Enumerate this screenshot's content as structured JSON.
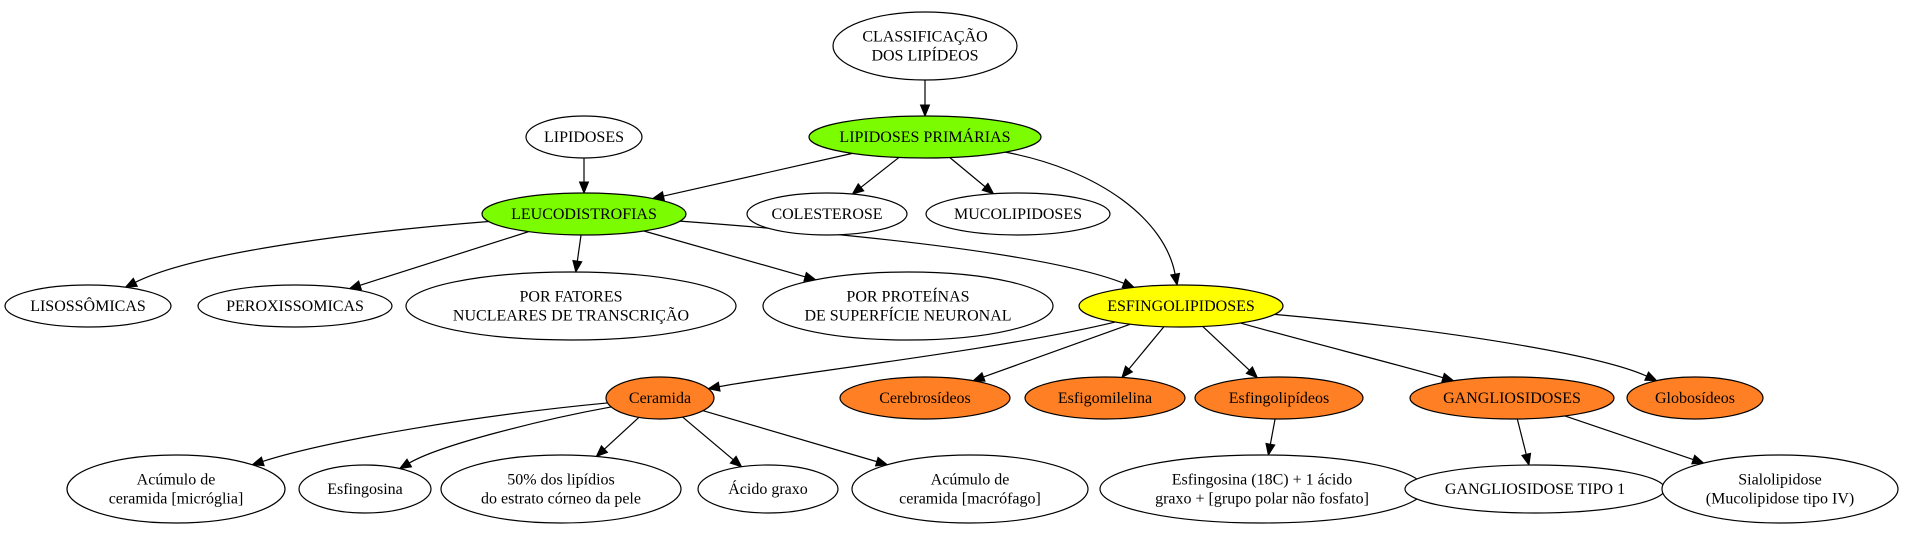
{
  "colors": {
    "green": "#7cfc00",
    "yellow": "#ffff00",
    "orange": "#ff7f24",
    "white": "#ffffff"
  },
  "nodes": {
    "classificacao": {
      "lines": [
        "CLASSIFICAÇÃO",
        "DOS LIPÍDEOS"
      ],
      "fill": "white"
    },
    "lipidoses_primarias": {
      "lines": [
        "LIPIDOSES PRIMÁRIAS"
      ],
      "fill": "green"
    },
    "lipidoses": {
      "lines": [
        "LIPIDOSES"
      ],
      "fill": "white"
    },
    "leucodistrofias": {
      "lines": [
        "LEUCODISTROFIAS"
      ],
      "fill": "green"
    },
    "colesterose": {
      "lines": [
        "COLESTEROSE"
      ],
      "fill": "white"
    },
    "mucolipidoses": {
      "lines": [
        "MUCOLIPIDOSES"
      ],
      "fill": "white"
    },
    "lisossomicas": {
      "lines": [
        "LISOSSÔMICAS"
      ],
      "fill": "white"
    },
    "peroxissomicas": {
      "lines": [
        "PEROXISSOMICAS"
      ],
      "fill": "white"
    },
    "fatores_nucleares": {
      "lines": [
        "POR FATORES",
        "NUCLEARES DE TRANSCRIÇÃO"
      ],
      "fill": "white"
    },
    "proteinas_superficie": {
      "lines": [
        "POR PROTEÍNAS",
        "DE SUPERFÍCIE NEURONAL"
      ],
      "fill": "white"
    },
    "esfingolipidoses": {
      "lines": [
        "ESFINGOLIPIDOSES"
      ],
      "fill": "yellow"
    },
    "ceramida": {
      "lines": [
        "Ceramida"
      ],
      "fill": "orange"
    },
    "cerebrosideos": {
      "lines": [
        "Cerebrosídeos"
      ],
      "fill": "orange"
    },
    "esfigomilelina": {
      "lines": [
        "Esfigomilelina"
      ],
      "fill": "orange"
    },
    "esfingolipideos": {
      "lines": [
        "Esfingolipídeos"
      ],
      "fill": "orange"
    },
    "gangliosidoses": {
      "lines": [
        "GANGLIOSIDOSES"
      ],
      "fill": "orange"
    },
    "globosideos": {
      "lines": [
        "Globosídeos"
      ],
      "fill": "orange"
    },
    "acumulo_microglia": {
      "lines": [
        "Acúmulo de",
        "ceramida [micróglia]"
      ],
      "fill": "white"
    },
    "esfingosina": {
      "lines": [
        "Esfingosina"
      ],
      "fill": "white"
    },
    "lipidios_pele": {
      "lines": [
        "50% dos lipídios",
        "do estrato córneo da pele"
      ],
      "fill": "white"
    },
    "acido_graxo": {
      "lines": [
        "Ácido graxo"
      ],
      "fill": "white"
    },
    "acumulo_macrofago": {
      "lines": [
        "Acúmulo de",
        "ceramida [macrófago]"
      ],
      "fill": "white"
    },
    "esfingosina_18c": {
      "lines": [
        "Esfingosina (18C) + 1 ácido",
        "graxo + [grupo polar não fosfato]"
      ],
      "fill": "white"
    },
    "gangliosidose_tipo1": {
      "lines": [
        "GANGLIOSIDOSE TIPO 1"
      ],
      "fill": "white"
    },
    "sialolipidose": {
      "lines": [
        "Sialolipidose",
        "(Mucolipidose tipo IV)"
      ],
      "fill": "white"
    }
  },
  "edges": [
    [
      "classificacao",
      "lipidoses_primarias"
    ],
    [
      "lipidoses",
      "leucodistrofias"
    ],
    [
      "lipidoses_primarias",
      "leucodistrofias"
    ],
    [
      "lipidoses_primarias",
      "colesterose"
    ],
    [
      "lipidoses_primarias",
      "mucolipidoses"
    ],
    [
      "lipidoses_primarias",
      "esfingolipidoses"
    ],
    [
      "leucodistrofias",
      "lisossomicas"
    ],
    [
      "leucodistrofias",
      "peroxissomicas"
    ],
    [
      "leucodistrofias",
      "fatores_nucleares"
    ],
    [
      "leucodistrofias",
      "proteinas_superficie"
    ],
    [
      "leucodistrofias",
      "esfingolipidoses"
    ],
    [
      "esfingolipidoses",
      "ceramida"
    ],
    [
      "esfingolipidoses",
      "cerebrosideos"
    ],
    [
      "esfingolipidoses",
      "esfigomilelina"
    ],
    [
      "esfingolipidoses",
      "esfingolipideos"
    ],
    [
      "esfingolipidoses",
      "gangliosidoses"
    ],
    [
      "esfingolipidoses",
      "globosideos"
    ],
    [
      "ceramida",
      "acumulo_microglia"
    ],
    [
      "ceramida",
      "esfingosina"
    ],
    [
      "ceramida",
      "lipidios_pele"
    ],
    [
      "ceramida",
      "acido_graxo"
    ],
    [
      "ceramida",
      "acumulo_macrofago"
    ],
    [
      "esfingolipideos",
      "esfingosina_18c"
    ],
    [
      "gangliosidoses",
      "gangliosidose_tipo1"
    ],
    [
      "gangliosidoses",
      "sialolipidose"
    ]
  ]
}
